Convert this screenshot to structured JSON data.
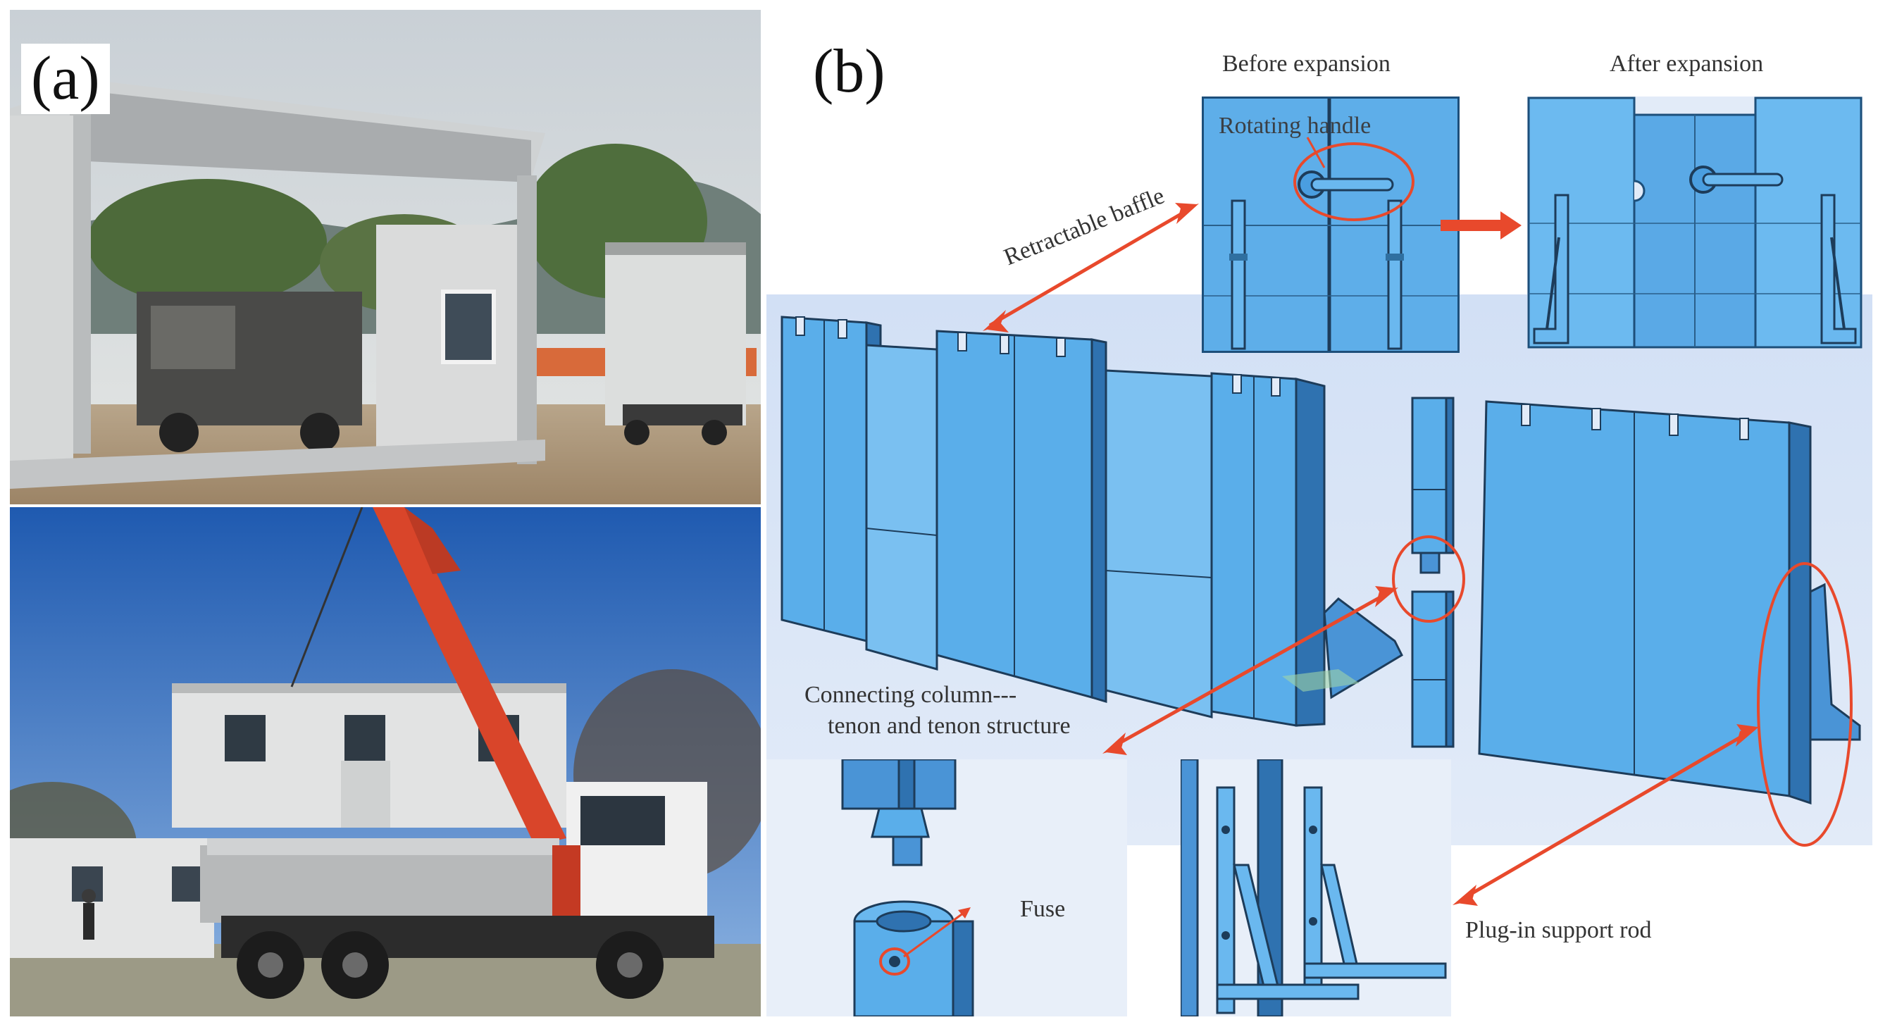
{
  "panels": {
    "a": {
      "label": "(a)"
    },
    "b": {
      "label": "(b)"
    }
  },
  "labels": {
    "before_expansion": "Before expansion",
    "after_expansion": "After expansion",
    "rotating_handle": "Rotating handle",
    "retractable_baffle": "Retractable baffle",
    "connecting_column_line1": "Connecting column---",
    "connecting_column_line2": "tenon and tenon structure",
    "fuse": "Fuse",
    "plug_in_support_rod": "Plug-in support rod"
  },
  "colors": {
    "panel_blue": "#5aaeea",
    "panel_edge": "#1d4f7a",
    "annotation_red": "#e8492c",
    "cad_background": "#d8e4f6"
  }
}
